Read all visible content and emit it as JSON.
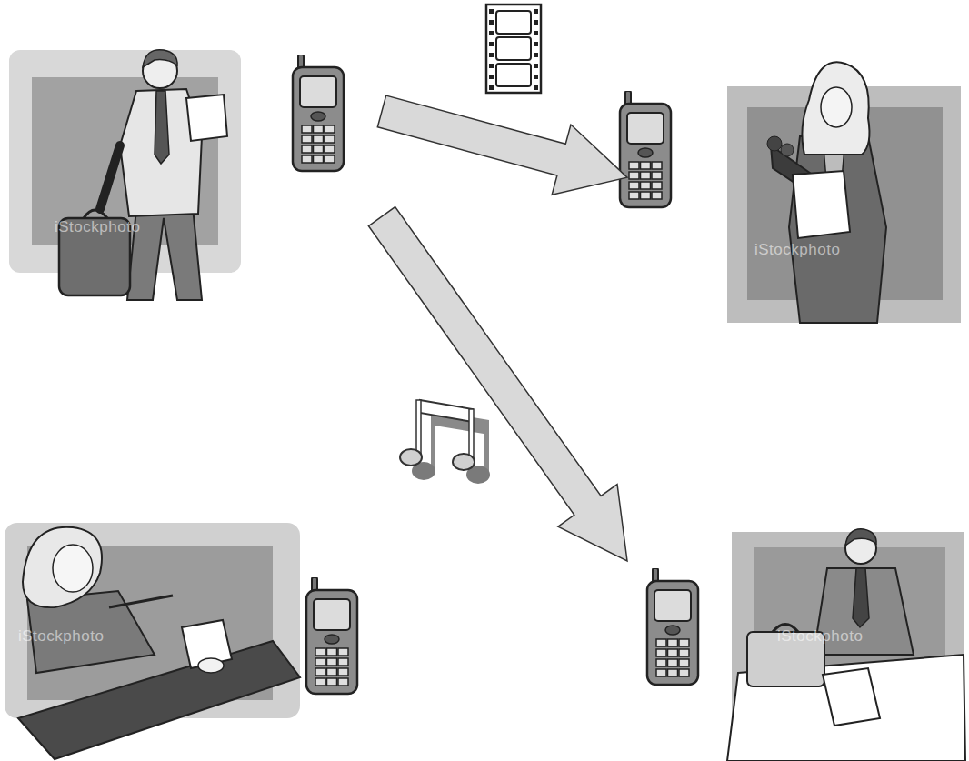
{
  "diagram": {
    "nodes": [
      {
        "text": [
          "iStockphoto"
        ]
      },
      {
        "text": [
          "iStockphoto"
        ]
      },
      {
        "text": [
          "iStockphoto"
        ]
      },
      {
        "text": [
          "iStockphoto"
        ]
      }
    ],
    "edges": [
      {
        "from": 0,
        "to": 1,
        "arrow": "to"
      },
      {
        "from": 0,
        "to": 3,
        "arrow": "to"
      }
    ]
  }
}
